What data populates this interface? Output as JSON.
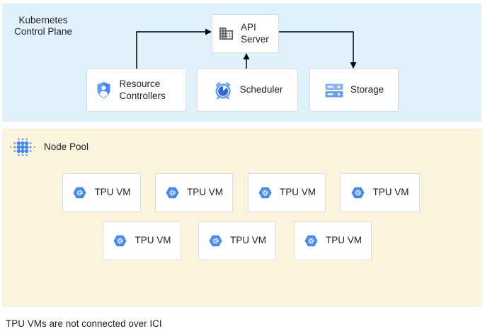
{
  "control_plane": {
    "title": "Kubernetes\nControl Plane",
    "api_server_label": "API Server",
    "resource_controllers_label": "Resource Controllers",
    "scheduler_label": "Scheduler",
    "storage_label": "Storage"
  },
  "node_pool": {
    "title": "Node Pool",
    "vm_label": "TPU VM",
    "vm_count": 7
  },
  "caption": "TPU VMs are not connected over ICI",
  "icons": {
    "api_server": "building-icon",
    "resource_controllers": "shield-user-icon",
    "scheduler": "alarm-clock-icon",
    "storage": "disk-stack-icon",
    "node_pool": "dot-cluster-icon",
    "tpu_vm": "hexagon-gear-icon"
  },
  "colors": {
    "control_plane_bg": "#DFF2FC",
    "node_pool_bg": "#FBF4DC",
    "box_border": "#DADCE0",
    "google_blue": "#4285F4",
    "light_blue": "#669DF6",
    "lighter_blue": "#8AB4F8",
    "dark_blue": "#3367D6",
    "icon_gray": "#616161",
    "arrow": "#000000",
    "text": "#202124"
  }
}
